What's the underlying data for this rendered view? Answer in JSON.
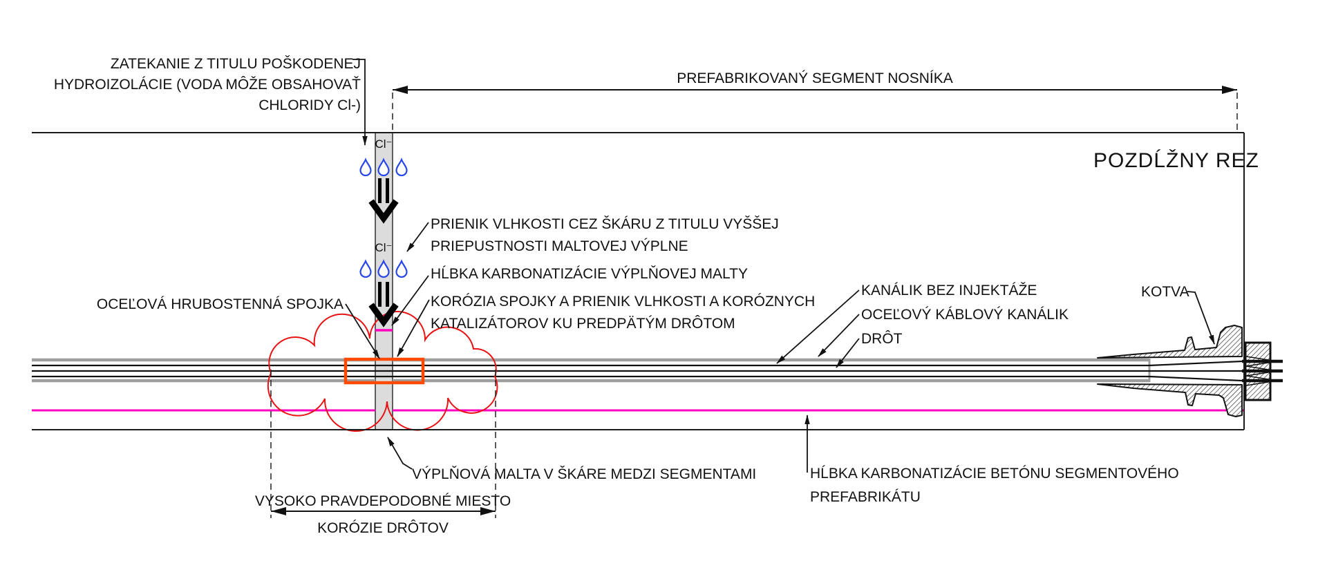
{
  "title": "POZDĹŽNY REZ",
  "top_dimension": {
    "label": "PREFABRIKOVANÝ SEGMENT NOSNÍKA"
  },
  "bottom_dimension": {
    "line1": "VYSOKO PRAVDEPODOBNÉ MIESTO",
    "line2": "KORÓZIE DRÔTOV"
  },
  "annotations": {
    "zatekanie": {
      "line1": "ZATEKANIE Z TITULU POŠKODENEJ",
      "line2": "HYDROIZOLÁCIE (VODA MÔŽE OBSAHOVAŤ",
      "line3": "CHLORIDY Cl-)"
    },
    "prienik": {
      "line1": "PRIENIK VLHKOSTI CEZ ŠKÁRU Z TITULU VYŠŠEJ",
      "line2": "PRIEPUSTNOSTI MALTOVEJ VÝPLNE"
    },
    "hlbka_malty": "HĹBKA KARBONATIZÁCIE VÝPLŇOVEJ MALTY",
    "korozia": {
      "line1": "KORÓZIA SPOJKY A PRIENIK VLHKOSTI A KORÓZNYCH",
      "line2": "KATALIZÁTOROV KU PREDPÄTÝM DRÔTOM"
    },
    "spojka": "OCEĽOVÁ HRUBOSTENNÁ SPOJKA",
    "kanalik": "KANÁLIK BEZ INJEKTÁŽE",
    "kablovy": "OCEĽOVÝ KÁBLOVÝ KANÁLIK",
    "drot": "DRÔT",
    "kotva": "KOTVA",
    "vyplnova": "VÝPLŇOVÁ MALTA V ŠKÁRE MEDZI SEGMENTAMI",
    "hlbka_betonu": {
      "line1": "HĹBKA KARBONATIZÁCIE BETÓNU SEGMENTOVÉHO",
      "line2": "PREFABRIKÁTU"
    },
    "cl": "Cl⁻"
  },
  "colors": {
    "carbonation_magenta": "#ff00bf",
    "corrosion_cloud_red": "#e81313",
    "highlight_orange": "#ff4a00",
    "water_drop_blue": "#2746e8",
    "joint_fill_gray": "#dcdcdc",
    "duct_gray": "#9e9e9e",
    "line_black": "#111111"
  }
}
